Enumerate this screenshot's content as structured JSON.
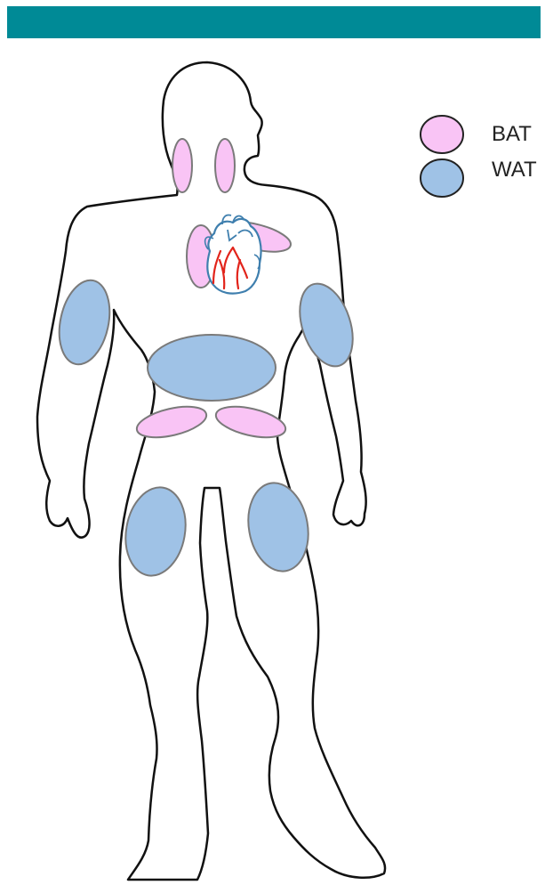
{
  "legend": {
    "items": [
      {
        "label": "BAT",
        "color": "#f9c4f5"
      },
      {
        "label": "WAT",
        "color": "#9fc2e6"
      }
    ]
  },
  "colors": {
    "header_bar": "#008a96",
    "outline": "#111111",
    "fat_stroke": "#7a7a7a",
    "heart_outline": "#3f7fae",
    "vessels": "#e2241b"
  },
  "icons": {
    "body": "human-body-outline-icon",
    "heart": "heart-icon"
  },
  "depots": {
    "bat": [
      "neck-left",
      "neck-right",
      "supraclavicular",
      "mediastinal",
      "lower-abdomen-left",
      "lower-abdomen-right"
    ],
    "wat": [
      "arm-left",
      "arm-right",
      "abdomen",
      "thigh-left",
      "thigh-right"
    ]
  }
}
